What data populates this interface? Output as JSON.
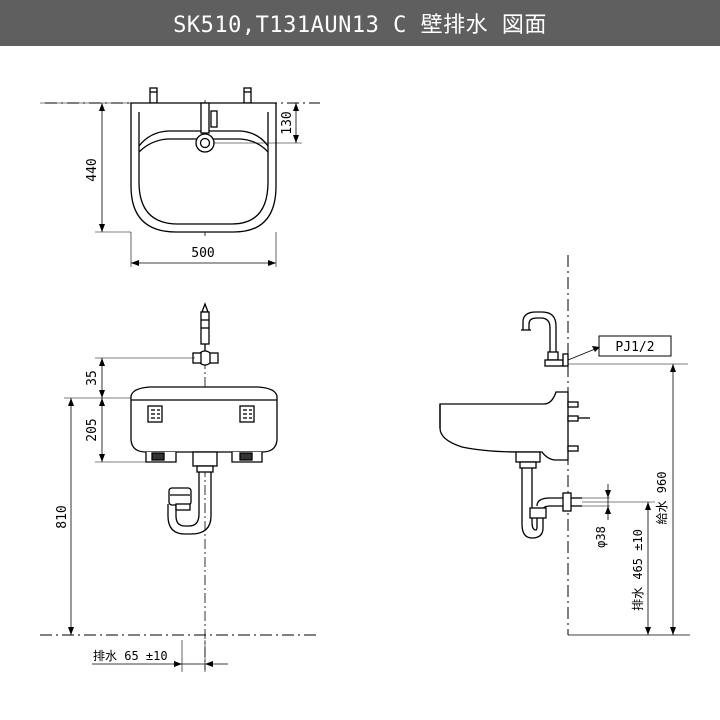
{
  "header": {
    "title": "SK510,T131AUN13 C 壁排水 図面"
  },
  "top_view": {
    "height_label": "440",
    "faucet_offset_label": "130",
    "width_label": "500"
  },
  "front_view": {
    "faucet_height_label": "35",
    "basin_height_label": "205",
    "rim_height_label": "810",
    "drain_offset_label": "排水 65 ±10"
  },
  "side_view": {
    "supply_thread_label": "PJ1/2",
    "drain_diameter_label": "φ38",
    "drain_height_label": "排水 465 ±10",
    "supply_height_label": "給水 960"
  }
}
